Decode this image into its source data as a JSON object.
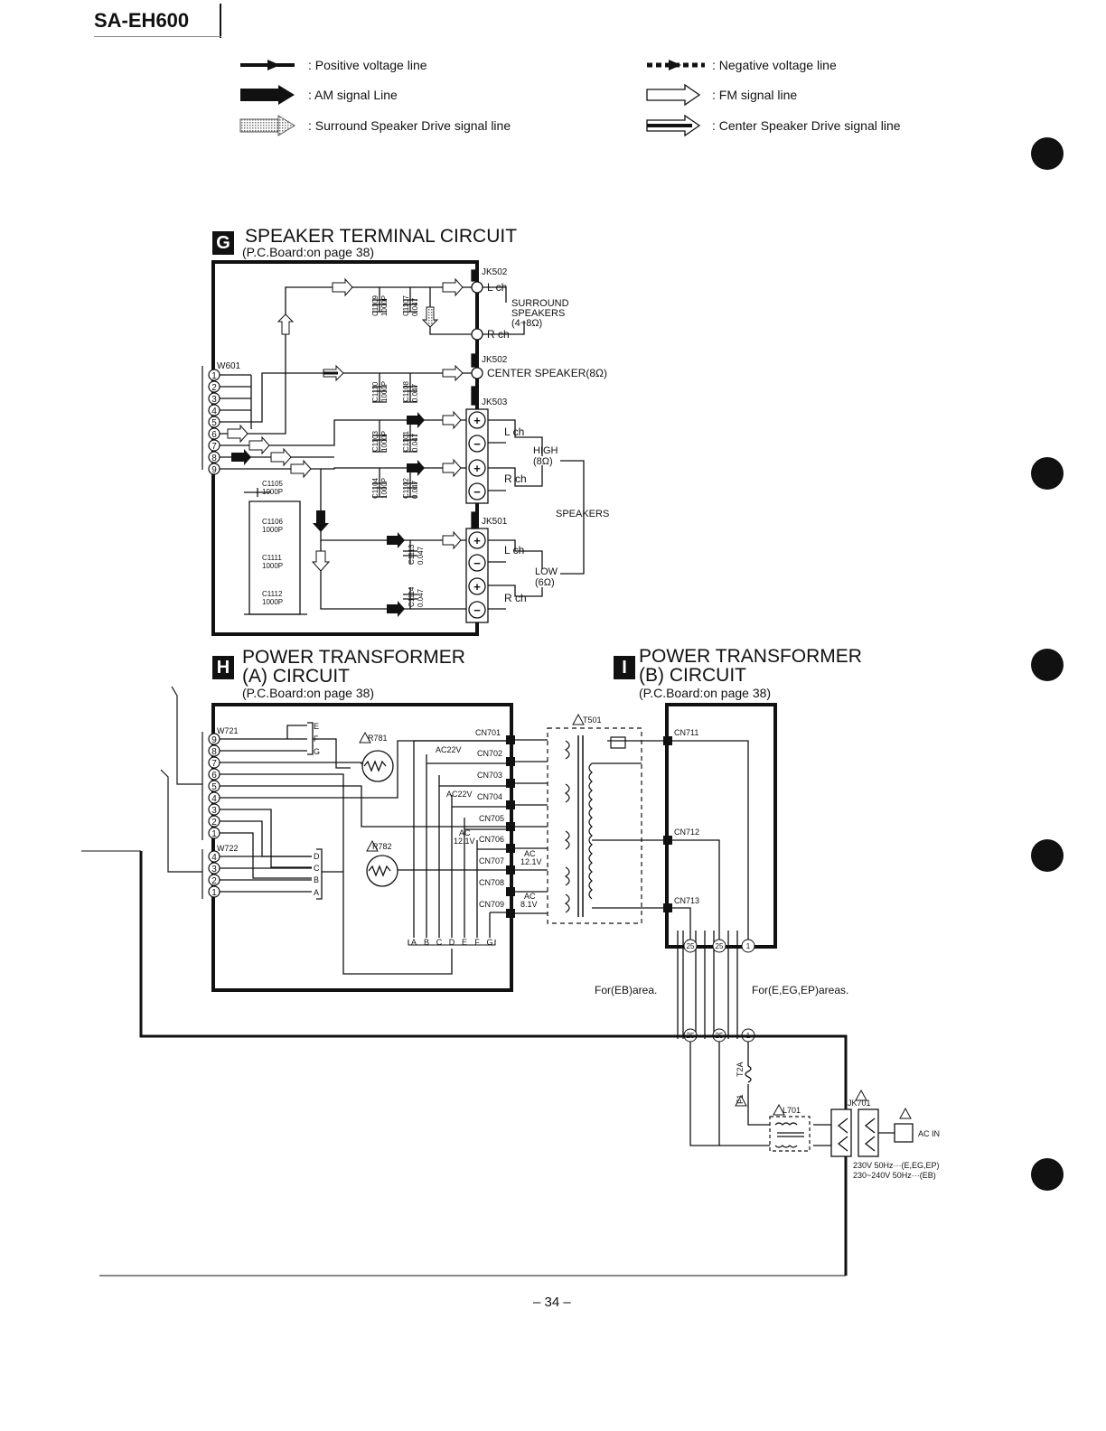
{
  "header": {
    "model": "SA-EH600"
  },
  "legend": {
    "positive": ": Positive voltage line",
    "negative": ": Negative voltage line",
    "am": ": AM signal Line",
    "fm": ": FM signal line",
    "surround": ": Surround Speaker Drive signal line",
    "center": ": Center Speaker Drive signal line"
  },
  "sections": {
    "g": {
      "letter": "G",
      "title": "SPEAKER TERMINAL CIRCUIT",
      "subtitle": "(P.C.Board:on page 38)"
    },
    "h": {
      "letter": "H",
      "title1": "POWER TRANSFORMER",
      "title2": "(A) CIRCUIT",
      "subtitle": "(P.C.Board:on page 38)"
    },
    "i": {
      "letter": "I",
      "title1": "POWER TRANSFORMER",
      "title2": "(B) CIRCUIT",
      "subtitle": "(P.C.Board:on page 38)"
    }
  },
  "g_circuit": {
    "jk502a": "JK502",
    "jk502b": "JK502",
    "jk503": "JK503",
    "jk501": "JK501",
    "w601": "W601",
    "lch": "L ch",
    "rch": "R ch",
    "surround1": "SURROUND",
    "surround2": "SPEAKERS",
    "surround3": "(4~8Ω)",
    "center": "CENTER SPEAKER(8Ω)",
    "high": "HIGH",
    "high_imp": "(8Ω)",
    "low": "LOW",
    "low_imp": "(6Ω)",
    "speakers": "SPEAKERS",
    "c1109": "C1109",
    "c1109v": "1000P",
    "c1107": "C1107",
    "c1107v": "0.047",
    "c1110": "C1110",
    "c1110v": "1000P",
    "c1108": "C1108",
    "c1108v": "0.047",
    "c1103": "C1103",
    "c1103v": "1000P",
    "c1101": "C1101",
    "c1101v": "0.047",
    "c1104": "C1104",
    "c1104v": "1000P",
    "c1102": "C1102",
    "c1102v": "0.047",
    "c1105": "C1105",
    "c1105v": "1000P",
    "c1106": "C1106",
    "c1106v": "1000P",
    "c1111": "C1111",
    "c1111v": "1000P",
    "c1112": "C1112",
    "c1112v": "1000P",
    "c1113": "C1113",
    "c1113v": "0.047",
    "c1114": "C1114",
    "c1114v": "0.047",
    "pins": [
      "1",
      "2",
      "3",
      "4",
      "5",
      "6",
      "7",
      "8",
      "9"
    ]
  },
  "h_circuit": {
    "w721": "W721",
    "w722": "W722",
    "r781": "R781",
    "r782": "R782",
    "w721_pins": [
      "9",
      "8",
      "7",
      "6",
      "5",
      "4",
      "3",
      "2",
      "1"
    ],
    "w722_pins": [
      "4",
      "3",
      "2",
      "1"
    ],
    "efg": [
      "E",
      "F",
      "G"
    ],
    "dcba": [
      "D",
      "C",
      "B",
      "A"
    ],
    "cn": [
      "CN701",
      "CN702",
      "CN703",
      "CN704",
      "CN705",
      "CN706",
      "CN707",
      "CN708",
      "CN709"
    ],
    "ac22a": "AC22V",
    "ac22b": "AC22V",
    "ac12a": "AC",
    "ac12a2": "12.1V",
    "ac12b": "AC",
    "ac12b2": "12.1V",
    "ac81": "AC",
    "ac812": "8.1V",
    "bottom": [
      "A",
      "B",
      "C",
      "D",
      "E",
      "F",
      "G"
    ]
  },
  "i_circuit": {
    "t501": "T501",
    "cn711": "CN711",
    "cn712": "CN712",
    "cn713": "CN713",
    "for_eb": "For(EB)area.",
    "for_e": "For(E,EG,EP)areas.",
    "f1": "F1",
    "t2a": "T2A",
    "l701": "L701",
    "jk701": "JK701",
    "acin": "AC IN",
    "volt1": "230V 50Hz···(E,EG,EP)",
    "volt2": "230~240V 50Hz···(EB)",
    "conn": [
      "25",
      "25",
      "1"
    ]
  },
  "footer": {
    "page": "– 34 –"
  }
}
